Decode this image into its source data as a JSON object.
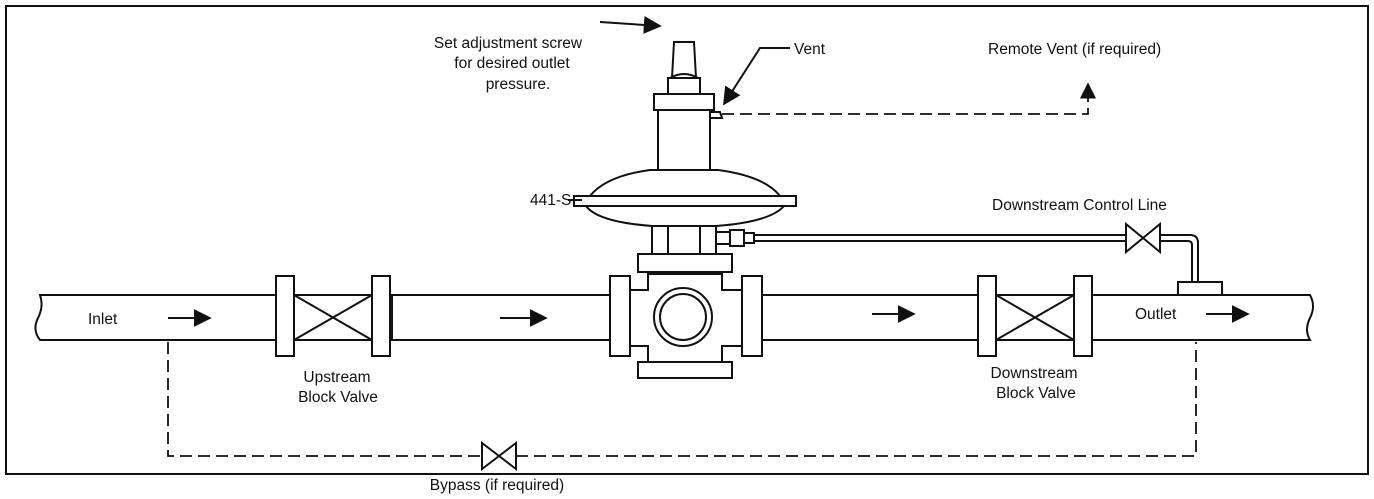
{
  "labels": {
    "adjust_line1": "Set adjustment screw",
    "adjust_line2": "for desired outlet",
    "adjust_line3": "pressure.",
    "vent": "Vent",
    "remote_vent": "Remote Vent (if required)",
    "model": "441-S",
    "downstream_control_line": "Downstream Control Line",
    "inlet": "Inlet",
    "outlet": "Outlet",
    "upstream_line1": "Upstream",
    "upstream_line2": "Block Valve",
    "downstream_line1": "Downstream",
    "downstream_line2": "Block Valve",
    "bypass": "Bypass (if required)"
  },
  "colors": {
    "line": "#111111",
    "background": "#ffffff"
  }
}
